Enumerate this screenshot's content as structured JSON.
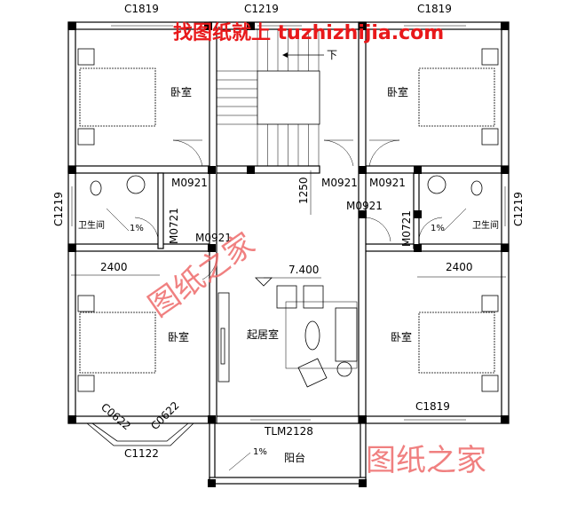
{
  "watermark_top": "找图纸就上 tuzhizhijia.com",
  "watermark_middle": "图纸之家",
  "watermark_bottom": "图纸之家",
  "colors": {
    "wall": "#000000",
    "watermark_red": "#e8191b",
    "watermark_pink": "#ee6b6b"
  },
  "rooms": {
    "bedroom_tl": "卧室",
    "bedroom_tr": "卧室",
    "bedroom_bl": "卧室",
    "bedroom_br": "卧室",
    "bath_left": "卫生间",
    "bath_right": "卫生间",
    "living": "起居室",
    "balcony": "阳台",
    "stair_down": "下"
  },
  "windows": {
    "top_left": "C1819",
    "top_mid": "C1219",
    "top_right": "C1819",
    "left_bath": "C1219",
    "right_bath": "C1219",
    "bay_left": "C0622",
    "bay_right": "C0622",
    "bay_front": "C1122",
    "bottom_right": "C1819"
  },
  "doors": {
    "d1": "M0921",
    "d2": "M0921",
    "d3": "M0921",
    "d4": "M0921",
    "d5": "M0921",
    "bath_left": "M0721",
    "bath_right": "M0721",
    "balcony": "TLM2128"
  },
  "dimensions": {
    "corridor": "1250",
    "left_room": "2400",
    "right_room": "2400",
    "elevation": "7.400",
    "slope_left": "1%",
    "slope_right": "1%",
    "slope_balcony": "1%"
  }
}
